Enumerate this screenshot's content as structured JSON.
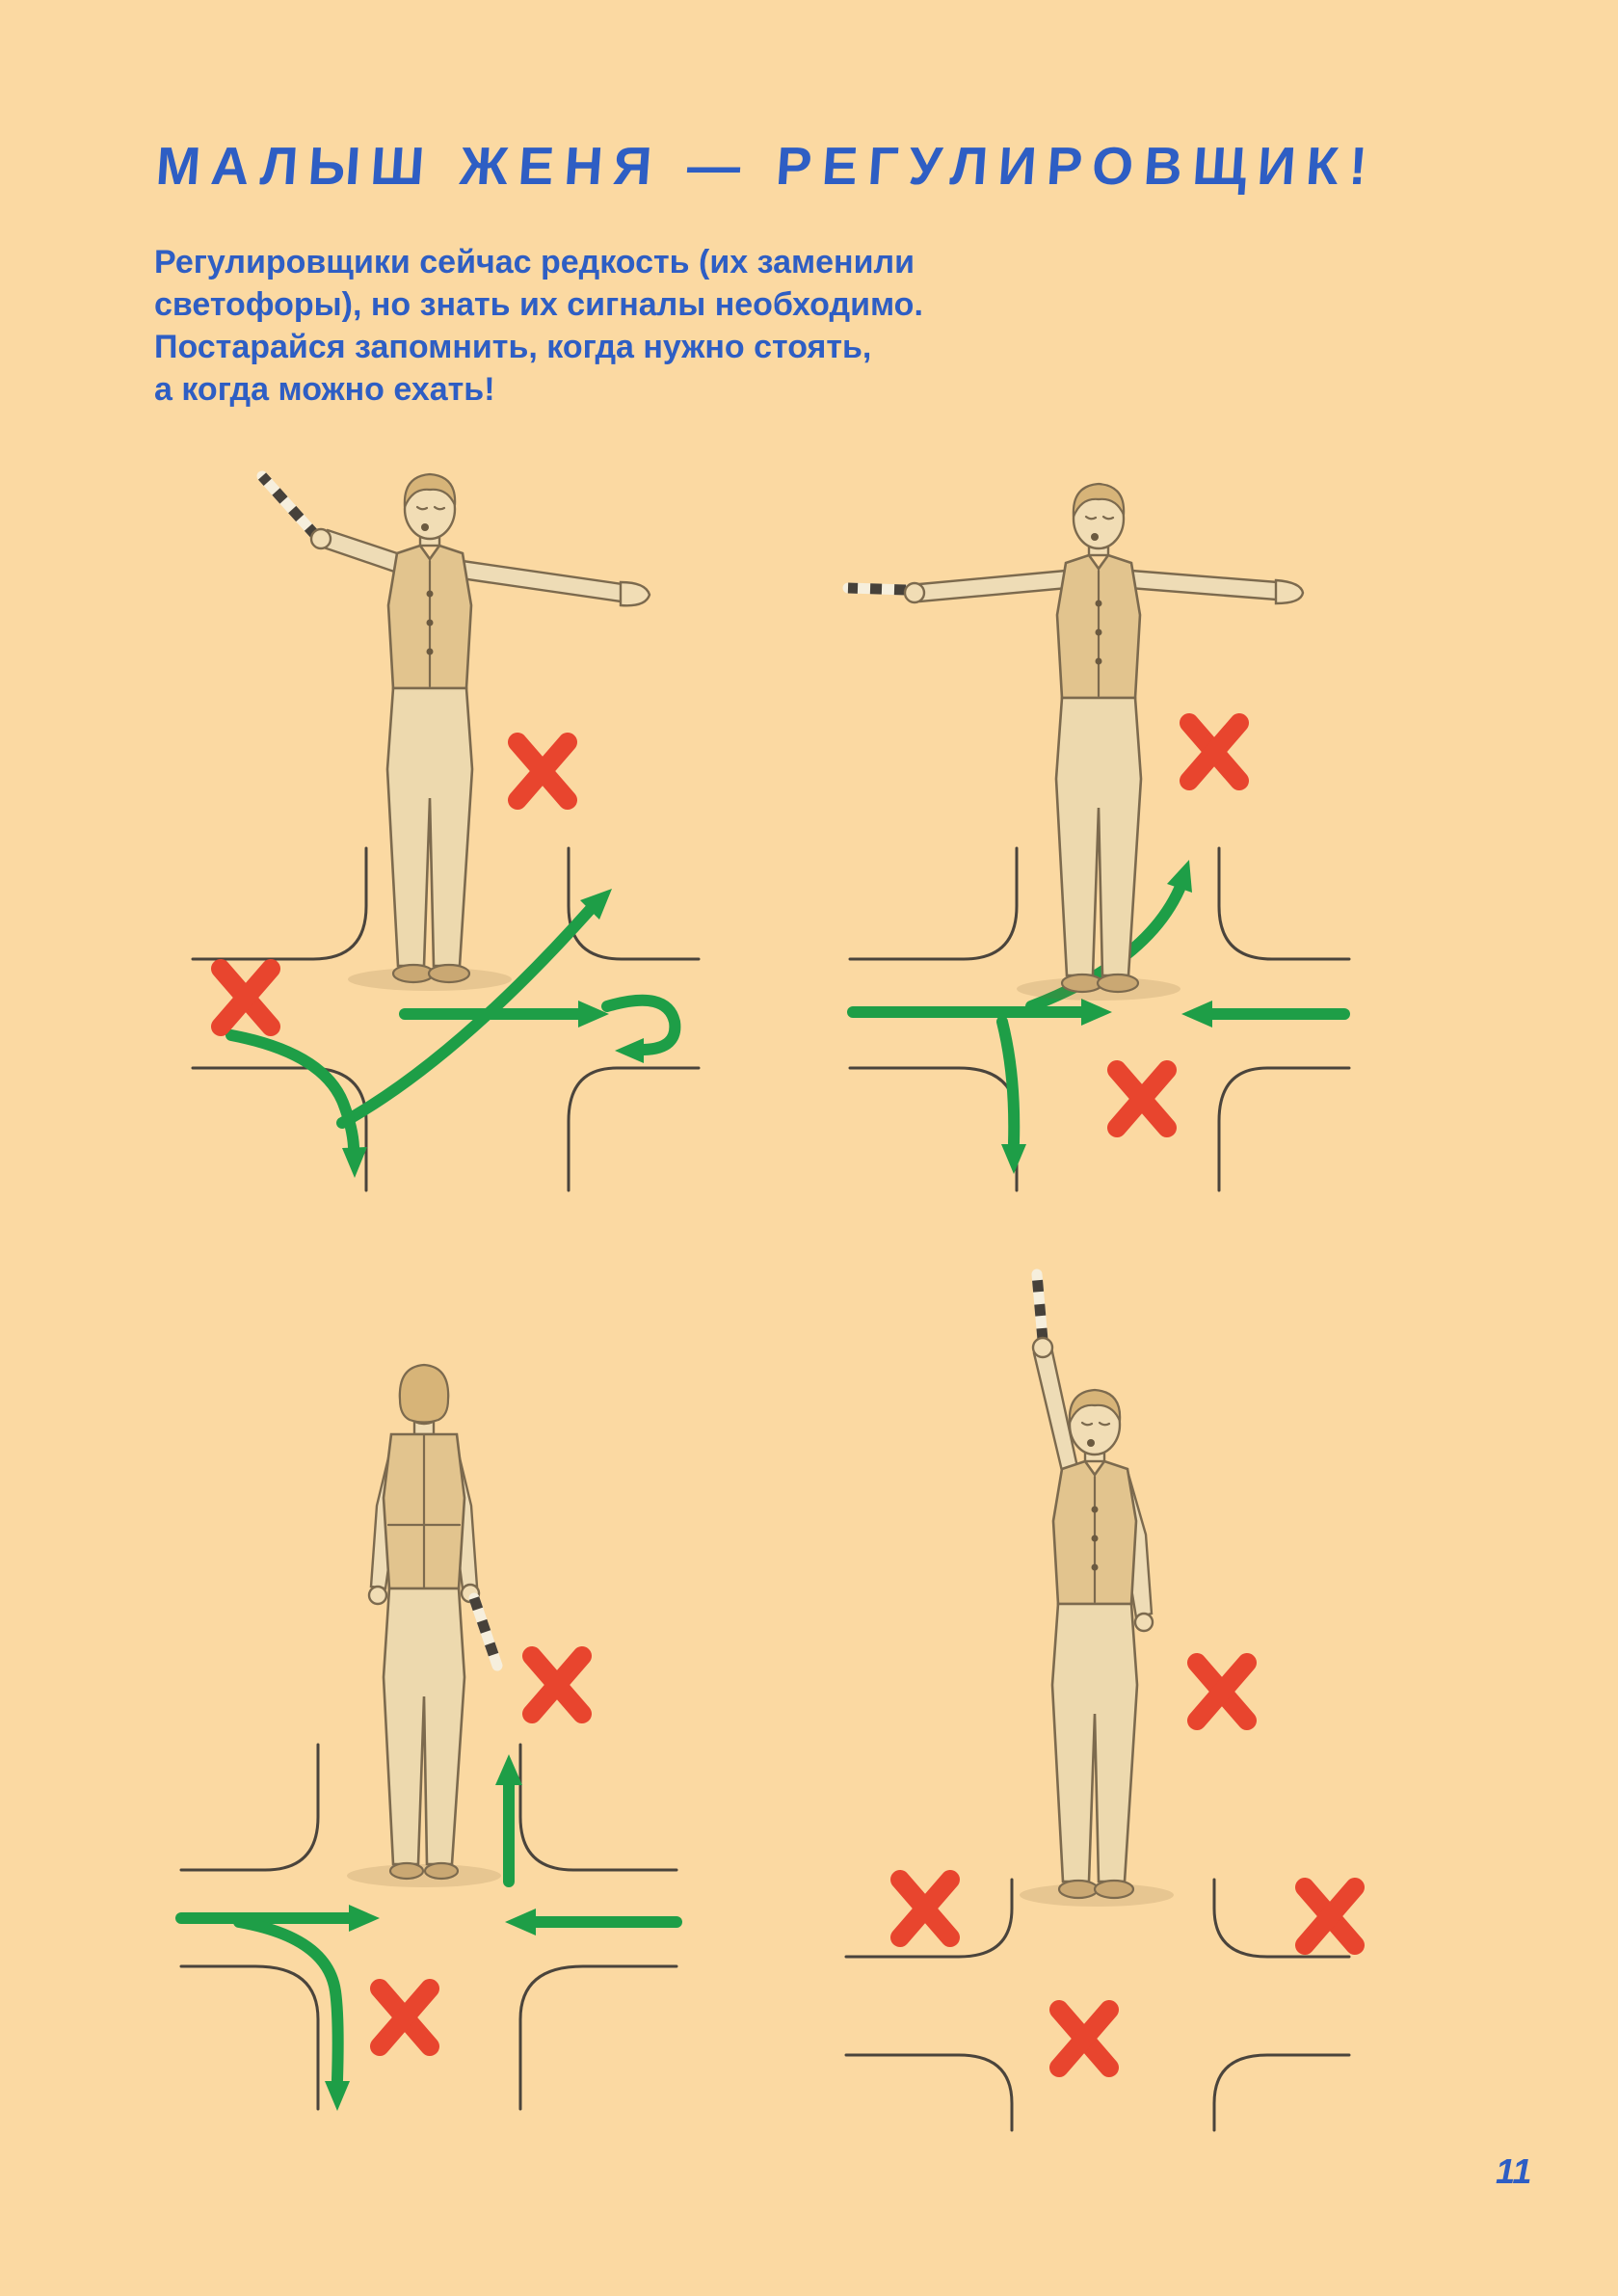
{
  "page": {
    "title": "МАЛЫШ ЖЕНЯ — РЕГУЛИРОВЩИК!",
    "intro_lines": [
      "Регулировщики сейчас редкость (их заменили",
      "светофоры), но знать их сигналы необходимо.",
      "Постарайся запомнить, когда нужно стоять,",
      "а когда можно ехать!"
    ],
    "page_number": "11"
  },
  "colors": {
    "background": "#FBD9A2",
    "text_blue": "#2E5EC4",
    "arrow_green": "#1E9E47",
    "cross_red": "#E8452E",
    "road_line": "#4A443C",
    "sketch": "#7C6A4E"
  },
  "figures": [
    {
      "name": "boy-traffic-controller-baton-raised-diagonal-arm-extended"
    },
    {
      "name": "boy-traffic-controller-both-arms-extended-baton-side"
    },
    {
      "name": "boy-traffic-controller-back-view-arms-down"
    },
    {
      "name": "boy-traffic-controller-baton-raised-straight-up"
    }
  ]
}
